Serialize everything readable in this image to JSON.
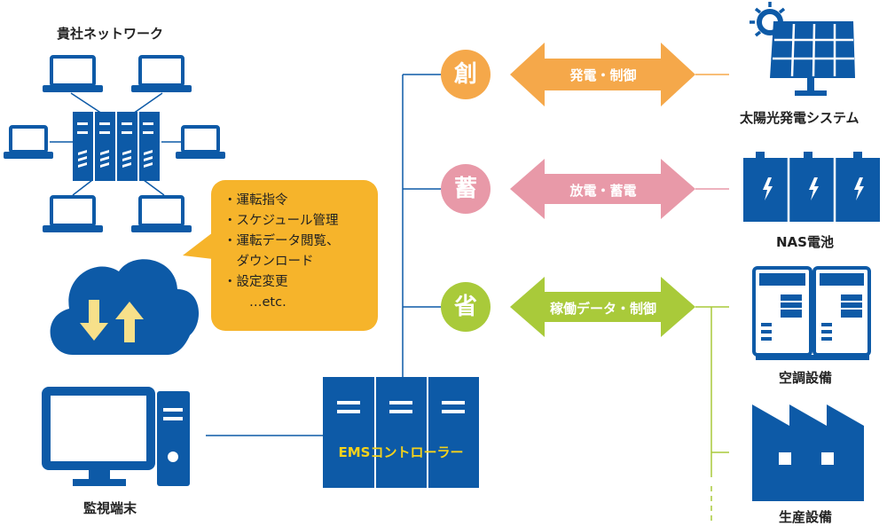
{
  "network_label": "貴社ネットワーク",
  "monitor_label": "監視端末",
  "bubble": {
    "items": [
      "・運転指令",
      "・スケジュール管理",
      "・運転データ閲覧、",
      "　ダウンロード",
      "・設定変更",
      "　　…etc."
    ]
  },
  "ems_label": "EMSコントローラー",
  "flows": [
    {
      "circle": "創",
      "arrow": "発電・制御",
      "color": "#f5a84a"
    },
    {
      "circle": "蓄",
      "arrow": "放電・蓄電",
      "color": "#e899a8"
    },
    {
      "circle": "省",
      "arrow": "稼働データ・制御",
      "color": "#a9ca3a"
    }
  ],
  "devices": [
    "太陽光発電システム",
    "NAS電池",
    "空調設備",
    "生産設備"
  ],
  "colors": {
    "brand_blue": "#0d5aa7",
    "bubble": "#f6b42b",
    "ems_text": "#f5d21b",
    "line_green": "#a9ca3a"
  }
}
